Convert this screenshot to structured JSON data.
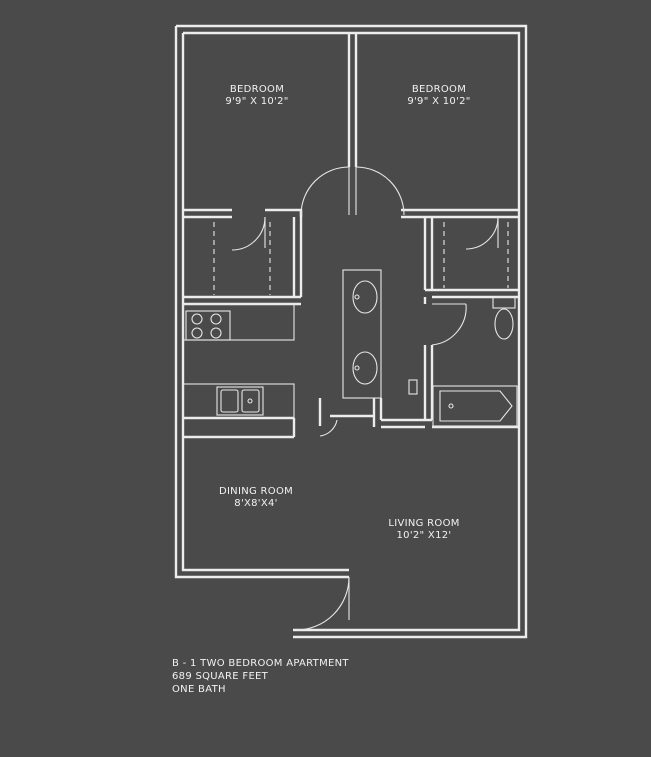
{
  "rooms": {
    "bedroom_left": {
      "name": "BEDROOM",
      "size": "9'9\" X 10'2\""
    },
    "bedroom_right": {
      "name": "BEDROOM",
      "size": "9'9\" X 10'2\""
    },
    "dining": {
      "name": "DINING ROOM",
      "size": "8'X8'X4'"
    },
    "living": {
      "name": "LIVING ROOM",
      "size": "10'2\" X12'"
    }
  },
  "caption": {
    "line1": "B - 1 TWO BEDROOM APARTMENT",
    "line2": "689 SQUARE FEET",
    "line3": "ONE BATH"
  },
  "colors": {
    "background": "#4a4a4a",
    "lines": "#ececec"
  }
}
